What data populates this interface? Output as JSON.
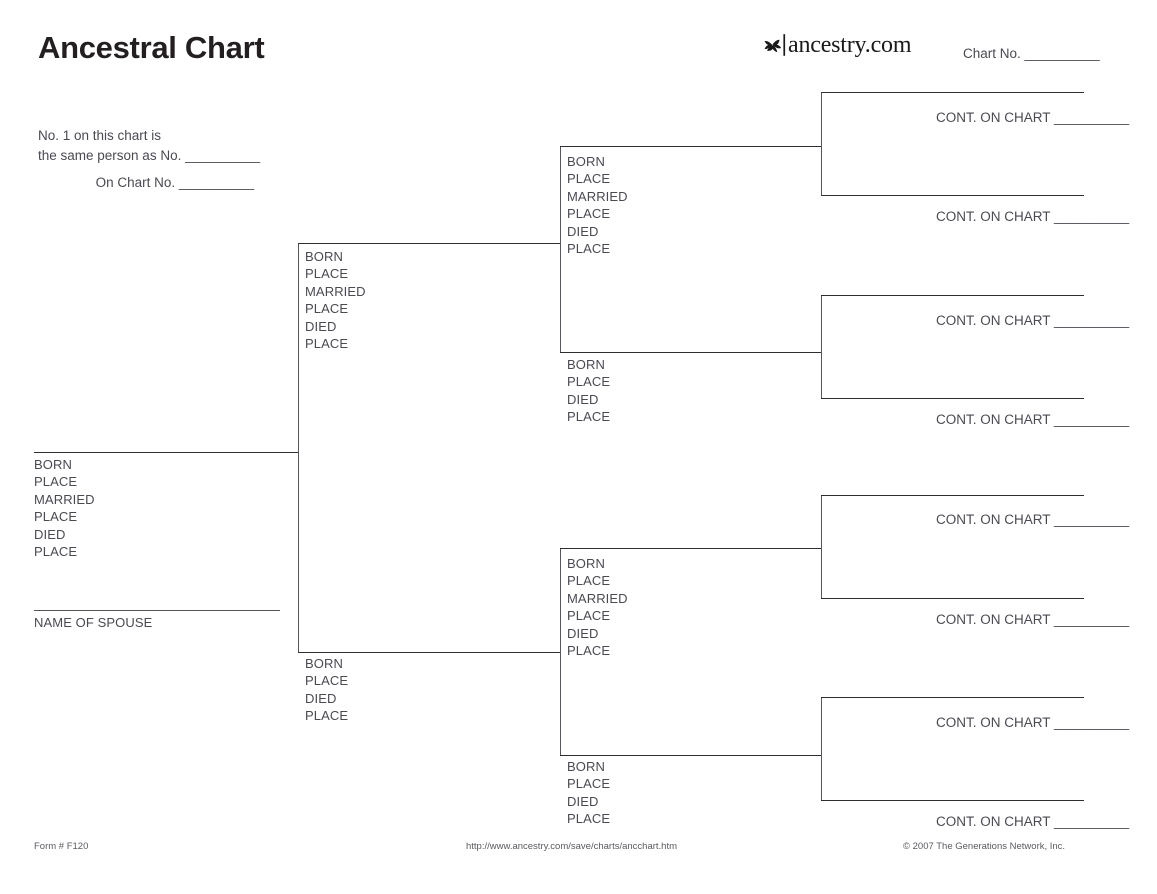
{
  "page": {
    "title": "Ancestral Chart",
    "chart_no_label": "Chart No. __________",
    "same_person_line1": "No. 1 on this chart is",
    "same_person_line2": "the same person as No. __________",
    "on_chart_no_label": "On Chart No. __________"
  },
  "brand": {
    "name": "ancestry.com",
    "mark": "ancestry-leaf-icon"
  },
  "fields": {
    "full": "BORN\nPLACE\nMARRIED\nPLACE\nDIED\nPLACE",
    "short": "BORN\nPLACE\nDIED\nPLACE",
    "labels_full": [
      "BORN",
      "PLACE",
      "MARRIED",
      "PLACE",
      "DIED",
      "PLACE"
    ],
    "labels_short": [
      "BORN",
      "PLACE",
      "DIED",
      "PLACE"
    ],
    "spouse_label": "NAME OF SPOUSE"
  },
  "persons": {
    "gen1": {
      "fields": "BORN\nPLACE\nMARRIED\nPLACE\nDIED\nPLACE",
      "spouse": "NAME OF SPOUSE"
    },
    "gen2": [
      {
        "fields": "BORN\nPLACE\nMARRIED\nPLACE\nDIED\nPLACE"
      },
      {
        "fields": "BORN\nPLACE\nDIED\nPLACE"
      }
    ],
    "gen3": [
      {
        "fields": "BORN\nPLACE\nMARRIED\nPLACE\nDIED\nPLACE"
      },
      {
        "fields": "BORN\nPLACE\nDIED\nPLACE"
      },
      {
        "fields": "BORN\nPLACE\nMARRIED\nPLACE\nDIED\nPLACE"
      },
      {
        "fields": "BORN\nPLACE\nDIED\nPLACE"
      }
    ],
    "gen4": [
      {
        "cont": "CONT. ON CHART __________"
      },
      {
        "cont": "CONT. ON CHART __________"
      },
      {
        "cont": "CONT. ON CHART __________"
      },
      {
        "cont": "CONT. ON CHART __________"
      },
      {
        "cont": "CONT. ON CHART __________"
      },
      {
        "cont": "CONT. ON CHART __________"
      },
      {
        "cont": "CONT. ON CHART __________"
      },
      {
        "cont": "CONT. ON CHART __________"
      }
    ]
  },
  "footer": {
    "form": "Form # F120",
    "url": "http://www.ancestry.com/save/charts/ancchart.htm",
    "copyright": "© 2007 The Generations Network, Inc."
  },
  "colors": {
    "ink": "#231f20",
    "text": "#4a4a52",
    "rule": "#2f2f33",
    "rule_light": "#55555c",
    "background": "#ffffff"
  }
}
